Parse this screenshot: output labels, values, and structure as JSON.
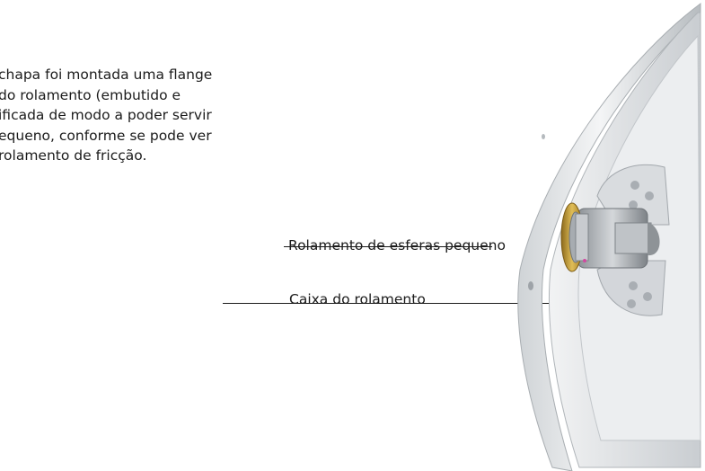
{
  "paragraph": {
    "lines": [
      "chapa foi montada uma flange",
      "do rolamento (embutido e",
      "ificada de modo a poder servir",
      "equeno, conforme se pode ver",
      "rolamento de fricção."
    ]
  },
  "callouts": [
    {
      "label": "Rolamento de esferas pequeno"
    },
    {
      "label": "Caixa do rolamento"
    }
  ],
  "colors": {
    "text": "#1b1b1b",
    "bearing_accent": "#c9a23a",
    "metal_light": "#e6e8ea",
    "metal_dark": "#9ea3a8"
  }
}
